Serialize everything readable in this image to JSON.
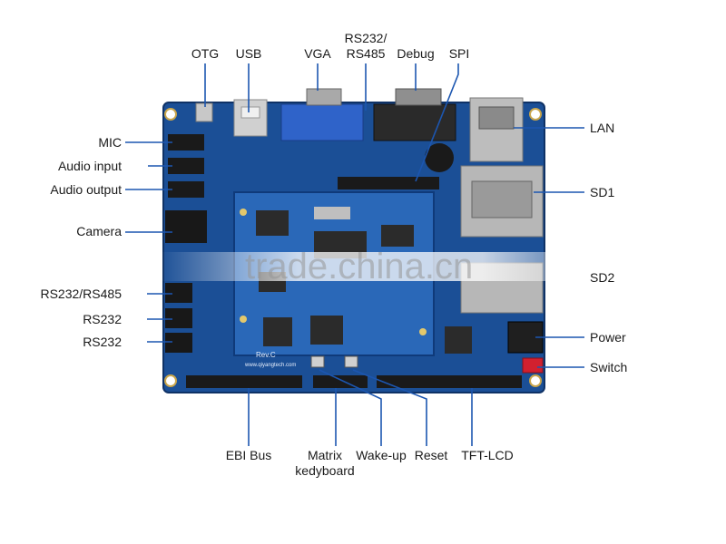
{
  "labels": {
    "otg": "OTG",
    "usb": "USB",
    "vga": "VGA",
    "rs232_rs485_top_1": "RS232/",
    "rs232_rs485_top_2": "RS485",
    "debug": "Debug",
    "spi": "SPI",
    "mic": "MIC",
    "audio_input": "Audio input",
    "audio_output": "Audio output",
    "camera": "Camera",
    "rs232_rs485_left": "RS232/RS485",
    "rs232_a": "RS232",
    "rs232_b": "RS232",
    "lan": "LAN",
    "sd1": "SD1",
    "sd2": "SD2",
    "power": "Power",
    "switch": "Switch",
    "ebi_bus": "EBI Bus",
    "matrix_1": "Matrix",
    "matrix_2": "kedyboard",
    "wake_up": "Wake-up",
    "reset": "Reset",
    "tft_lcd": "TFT-LCD"
  },
  "board": {
    "rev": "Rev.C",
    "website": "www.qiyangtech.com"
  },
  "watermark": "trade.china.cn",
  "colors": {
    "pcb": "#1b4f96",
    "pcb_dark": "#133a72",
    "leader": "#1c56b0",
    "core_module": "#2a68b8"
  }
}
